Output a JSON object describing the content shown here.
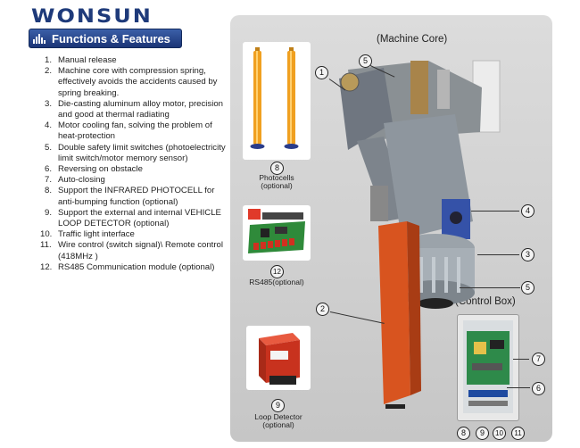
{
  "brand": {
    "logo_text": "WONSUN"
  },
  "header": {
    "title": "Functions & Features"
  },
  "features": [
    {
      "num": "1.",
      "text": "Manual release"
    },
    {
      "num": "2.",
      "text": "Machine core with compression spring, effectively avoids the accidents caused by spring breaking."
    },
    {
      "num": "3.",
      "text": "Die-casting aluminum alloy motor, precision and good at thermal radiating"
    },
    {
      "num": "4.",
      "text": "Motor cooling fan, solving the problem of heat-protection"
    },
    {
      "num": "5.",
      "text": "Double safety limit switches (photoelectricity limit switch/motor memory sensor)"
    },
    {
      "num": "6.",
      "text": "Reversing on obstacle"
    },
    {
      "num": "7.",
      "text": "Auto-closing"
    },
    {
      "num": "8.",
      "text": "Support the INFRARED PHOTOCELL for anti-bumping function (optional)"
    },
    {
      "num": "9.",
      "text": "Support the external and internal VEHICLE LOOP DETECTOR (optional)"
    },
    {
      "num": "10.",
      "text": "Traffic light interface"
    },
    {
      "num": "11.",
      "text": "Wire control (switch signal)\\ Remote control (418MHz )"
    },
    {
      "num": "12.",
      "text": "RS485 Communication module (optional)"
    }
  ],
  "panel": {
    "machine_core_label": "(Machine Core)",
    "control_box_label": "(Control Box)"
  },
  "accessories": {
    "photocells": {
      "marker": "8",
      "name": "Photocells",
      "note": "(optional)"
    },
    "rs485": {
      "marker": "12",
      "name": "RS485(optional)"
    },
    "loop_detector": {
      "marker": "9",
      "name": "Loop Detector",
      "note": "(optional)"
    }
  },
  "callouts": {
    "c1": "1",
    "c2": "2",
    "c3": "3",
    "c4": "4",
    "c5a": "5",
    "c5b": "5",
    "c6": "6",
    "c7": "7",
    "cb8": "8",
    "cb9": "9",
    "cb10": "10",
    "cb11": "11"
  },
  "colors": {
    "brand_blue": "#1e3a7a",
    "banner_blue": "#2a4a92",
    "housing_orange": "#d8541f",
    "photocell_orange": "#f0a020",
    "detector_red": "#c8321e"
  }
}
